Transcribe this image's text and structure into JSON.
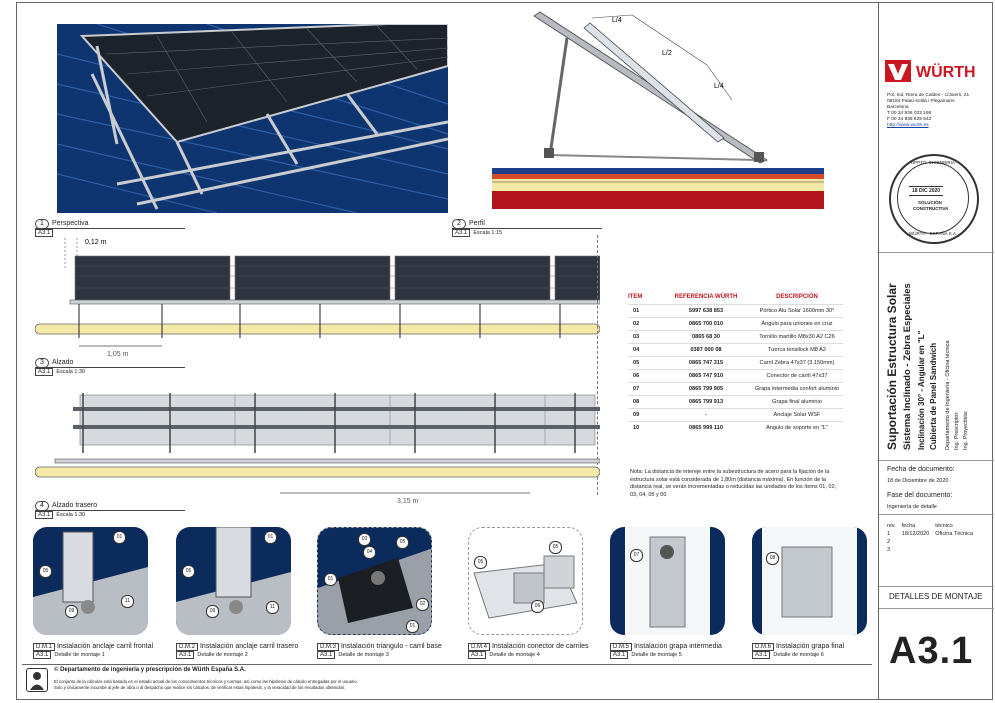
{
  "views": {
    "perspectiva": {
      "num": "1",
      "sheet": "A3.1",
      "title": "Perspectiva"
    },
    "perfil": {
      "num": "2",
      "sheet": "A3.1",
      "title": "Perfil",
      "scale": "Escala 1:15"
    },
    "alzado": {
      "num": "3",
      "sheet": "A3.1",
      "title": "Alzado",
      "scale": "Escala 1:30"
    },
    "alzado_trasero": {
      "num": "4",
      "sheet": "A3.1",
      "title": "Alzado trasero",
      "scale": "Escala 1:30"
    }
  },
  "dimensions": {
    "gap": "0,12 m",
    "span_alzado": "1,05 m",
    "span_trasero": "3,15 m",
    "quarter_a": "L/4",
    "half": "L/2",
    "quarter_b": "L/4"
  },
  "parts": {
    "headers": [
      "ITEM",
      "REFERENCIA WÜRTH",
      "DESCRIPCIÓN"
    ],
    "rows": [
      {
        "item": "01",
        "ref": "5997 638 853",
        "desc": "Pórtico Alu Solar 1600mm 30°"
      },
      {
        "item": "02",
        "ref": "0865 700 010",
        "desc": "Ángulo para uniones en cruz"
      },
      {
        "item": "03",
        "ref": "0865 68 30",
        "desc": "Tornillo martillo M8x30 A2 C26"
      },
      {
        "item": "04",
        "ref": "0387 000 08",
        "desc": "Tuerca tensilock M8 A2"
      },
      {
        "item": "05",
        "ref": "0865 747 315",
        "desc": "Carril Zebra 47x37 (3.150mm)"
      },
      {
        "item": "06",
        "ref": "0865 747 910",
        "desc": "Conector de carril 47x37"
      },
      {
        "item": "07",
        "ref": "0865 799 905",
        "desc": "Grapa intermedia confort aluminio"
      },
      {
        "item": "08",
        "ref": "0865 799 913",
        "desc": "Grapa final aluminio"
      },
      {
        "item": "09",
        "ref": "-",
        "desc": "Anclaje Solar WSF"
      },
      {
        "item": "10",
        "ref": "0865 999 110",
        "desc": "Angulo de soporte en \"L\""
      }
    ]
  },
  "note": "Nota: La distancia de intereje entre la subestructura de acero para la fijación de la estructura solar está considerada de 1,80m (distancia máxima). En función de la distancia real, se verán incrementadas o reducidas las unidades de los ítems 01, 02, 03, 04, 05 y 00",
  "details": [
    {
      "num": "D.M.1",
      "sheet": "A3.1",
      "title": "Instalación anclaje carril frontal",
      "sub": "Detalle de montaje 1",
      "callouts": [
        "01",
        "05",
        "09",
        "11"
      ]
    },
    {
      "num": "D.M.2",
      "sheet": "A3.1",
      "title": "Instalación anclaje carril trasero",
      "sub": "Detalle de montaje 2",
      "callouts": [
        "01",
        "05",
        "09",
        "11"
      ]
    },
    {
      "num": "D.M.3",
      "sheet": "A3.1",
      "title": "Instalación triangulo - carril base",
      "sub": "Detalle de montaje 3",
      "callouts": [
        "03",
        "04",
        "05",
        "01",
        "02",
        "01"
      ]
    },
    {
      "num": "D.M.4",
      "sheet": "A3.1",
      "title": "Instalación conector de carriles",
      "sub": "Detalle de montaje 4",
      "callouts": [
        "05",
        "05",
        "06"
      ]
    },
    {
      "num": "D.M.5",
      "sheet": "A3.1",
      "title": "Instalación grapa intermedia",
      "sub": "Detalle de montaje 5",
      "callouts": [
        "07"
      ]
    },
    {
      "num": "D.M.6",
      "sheet": "A3.1",
      "title": "Instalación grapa final",
      "sub": "Detalle de montaje 6",
      "callouts": [
        "08"
      ]
    }
  ],
  "company": {
    "brand": "WÜRTH",
    "address": [
      "Pol. Ind. Riera de Caldes - c/Joiers, 21",
      "08184 Palau-solità i Plegamans",
      "Barcelona",
      "T 00 34 936 033 198",
      "F 00 34 938 629 542"
    ],
    "web": "http://www.wurth.es"
  },
  "stamp": {
    "top": "DPPTO. INGENIERIA",
    "date": "18 DIC 2020",
    "line1": "SOLUCIÓN",
    "line2": "CONSTRUCTIVA",
    "bottom": "WÜRTH · ESPAÑA S.A."
  },
  "title_block": {
    "title1": "Suportación Estructura Solar",
    "title2": "Sistema Inclinado - Zebra Especiales",
    "title3": "Inclinación 30° - Angular en \"L\"",
    "title4": "Cubierta de Panel Sandwich",
    "dept": "Departamento de Ingeniería - Oficina técnica",
    "prescriptor": "Ing. Prescriptor:",
    "proyectista": "Ing. Proyectista:",
    "fecha_label": "Fecha de documento:",
    "fecha_value": "18 de Diciembre de 2020",
    "fase_label": "Fase del documento:",
    "fase_value": "Ingeniería de detalle",
    "rev_headers": [
      "rev.",
      "fecha",
      "técnico"
    ],
    "revisions": [
      {
        "rev": "1",
        "fecha": "18/12/2020",
        "tecnico": "Oficina Técnica"
      },
      {
        "rev": "2",
        "fecha": "",
        "tecnico": ""
      },
      {
        "rev": "3",
        "fecha": "",
        "tecnico": ""
      }
    ],
    "section": "DETALLES DE MONTAJE",
    "sheet": "A3.1"
  },
  "footer": {
    "symbol": "©",
    "dept": "Departamento de ingeniería y prescripción de Würth España S.A.",
    "line1": "El conjunto de la cálculos está basado en el estado actual de los conocimientos técnicos y normas, así como las hipótesis de cálculo entregadas por el usuario.",
    "line2": "Solo y únicamente incumbe al jefe de obra o al despacho que realice los cálculos, de verificar estas hipótesis, y la veracidad de los resultados obtenidos."
  },
  "colors": {
    "brand_red": "#cc1722",
    "roof_blue": "#0b2b5c",
    "rail_yellow": "#f5e9a8",
    "panel_dark": "#2a3038"
  }
}
